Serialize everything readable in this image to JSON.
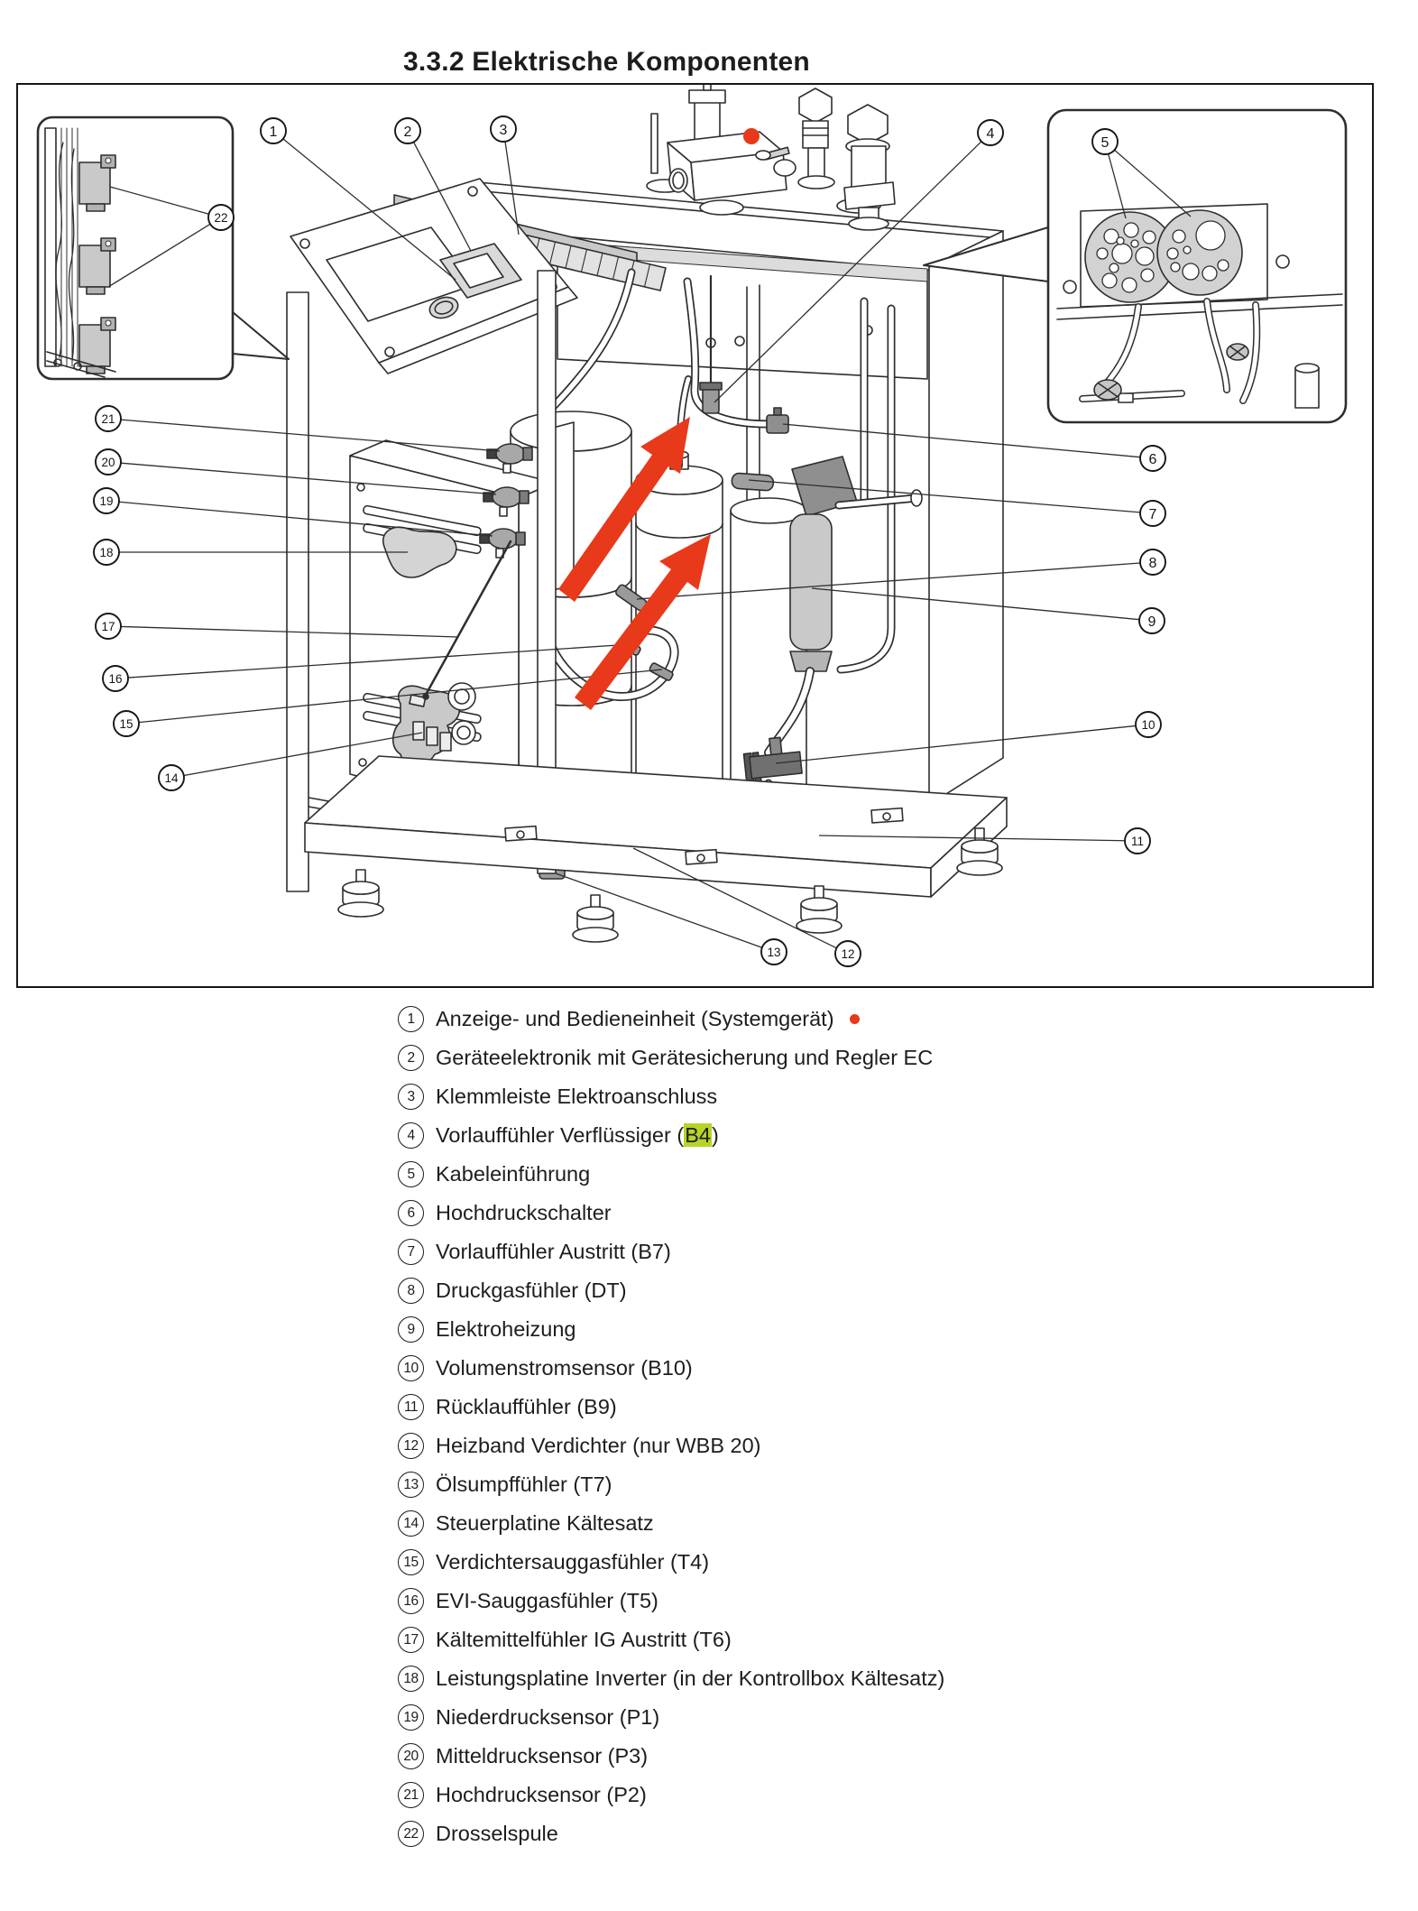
{
  "page": {
    "title": "3.3.2 Elektrische Komponenten"
  },
  "colors": {
    "accent_red": "#e8391a",
    "highlight_green": "#b7d426",
    "ink": "#1d1d1b"
  },
  "figure": {
    "description": "Isometrische Darstellung der Wärmepumpe mit nummerierten elektrischen Komponenten, zwei Detail-Ausschnitten (Drosselspulen, Kabeleinführung), zwei roten Pfeilen und roter Punktmarkierung",
    "insets": {
      "left": "Drosselspulen-Detail",
      "right": "Kabeleinführung-Detail"
    },
    "markers": {
      "red_dot_on_unit": true,
      "red_arrows": 2
    }
  },
  "legend": {
    "items": [
      {
        "num": "1",
        "text": "Anzeige- und Bedieneinheit (Systemgerät)",
        "trailing_marker": "red-dot"
      },
      {
        "num": "2",
        "text": "Geräteelektronik mit Gerätesicherung und Regler EC"
      },
      {
        "num": "3",
        "text": "Klemmleiste Elektroanschluss"
      },
      {
        "num": "4",
        "text": "Vorlauffühler Verflüssiger (B4)",
        "highlight": "B4"
      },
      {
        "num": "5",
        "text": "Kabeleinführung"
      },
      {
        "num": "6",
        "text": "Hochdruckschalter"
      },
      {
        "num": "7",
        "text": "Vorlauffühler Austritt (B7)"
      },
      {
        "num": "8",
        "text": "Druckgasfühler (DT)"
      },
      {
        "num": "9",
        "text": "Elektroheizung"
      },
      {
        "num": "10",
        "text": "Volumenstromsensor (B10)"
      },
      {
        "num": "11",
        "text": "Rücklauffühler (B9)"
      },
      {
        "num": "12",
        "text": "Heizband Verdichter (nur WBB 20)"
      },
      {
        "num": "13",
        "text": "Ölsumpffühler (T7)"
      },
      {
        "num": "14",
        "text": "Steuerplatine Kältesatz"
      },
      {
        "num": "15",
        "text": "Verdichtersauggasfühler (T4)"
      },
      {
        "num": "16",
        "text": "EVI-Sauggasfühler (T5)"
      },
      {
        "num": "17",
        "text": "Kältemittelfühler IG Austritt (T6)"
      },
      {
        "num": "18",
        "text": "Leistungsplatine Inverter (in der Kontrollbox Kältesatz)"
      },
      {
        "num": "19",
        "text": "Niederdrucksensor (P1)"
      },
      {
        "num": "20",
        "text": "Mitteldrucksensor (P3)"
      },
      {
        "num": "21",
        "text": "Hochdrucksensor (P2)"
      },
      {
        "num": "22",
        "text": "Drosselspule"
      }
    ]
  }
}
